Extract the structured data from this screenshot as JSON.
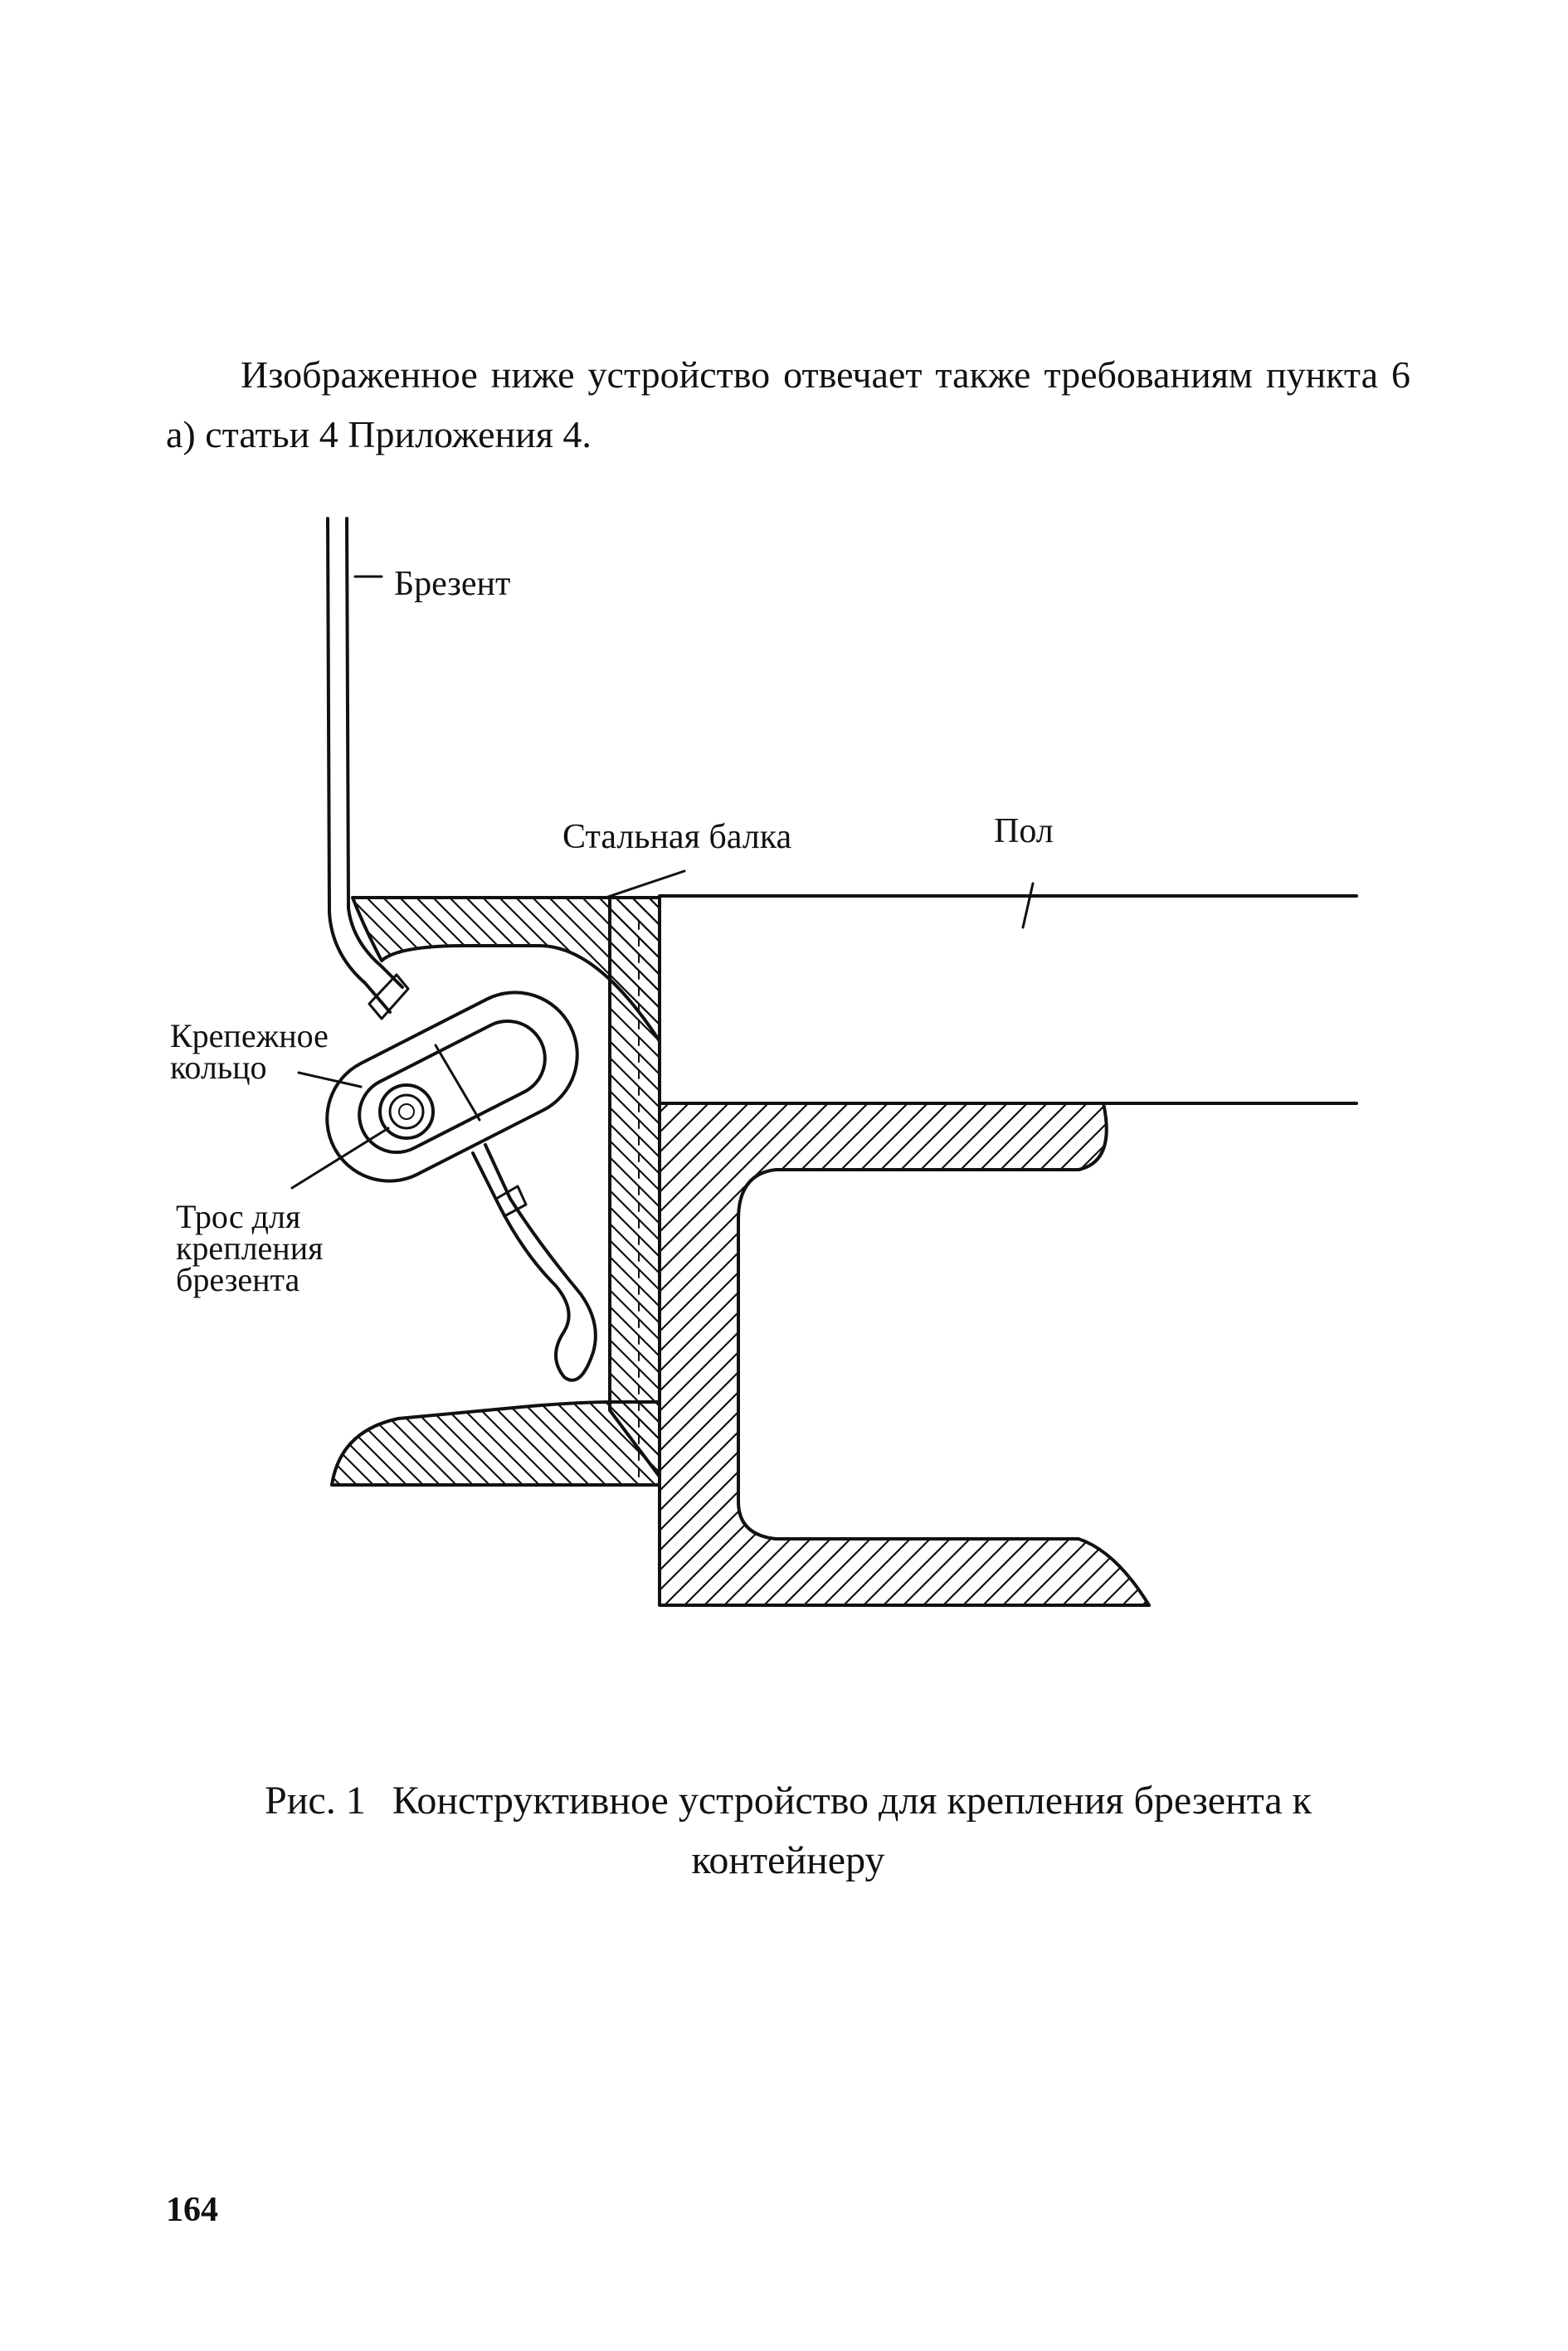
{
  "intro": {
    "text": "Изображенное ниже устройство отвечает также требованиям пункта 6 а) статьи 4 Приложения 4."
  },
  "figure": {
    "labels": {
      "tarpaulin": "Брезент",
      "steel_beam": "Стальная балка",
      "floor": "Пол",
      "ring_line1": "Крепежное",
      "ring_line2": "кольцо",
      "cable_line1": "Трос для",
      "cable_line2": "крепления",
      "cable_line3": "брезента"
    },
    "caption_number": "Рис. 1",
    "caption_text": "Конструктивное устройство для крепления брезента к контейнеру"
  },
  "page_number": "164",
  "colors": {
    "ink": "#111111",
    "paper": "#ffffff"
  }
}
